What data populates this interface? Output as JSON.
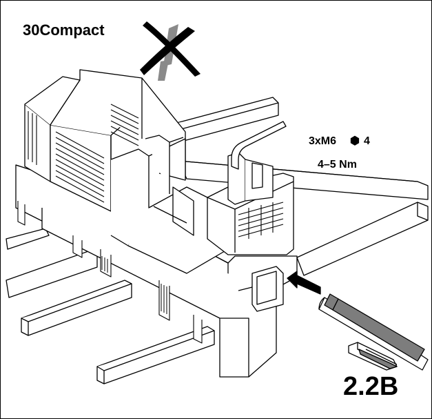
{
  "title": "30Compact",
  "spec": {
    "screws": "3xM6",
    "hex_glyph": "⬢",
    "hex_size": "4",
    "torque": "4–5 Nm"
  },
  "figure_id": "2.2B",
  "icons": [
    "no-drill-icon",
    "hex-key-icon",
    "screwdriver-icon",
    "insert-arrow-icon",
    "terminal-block-illustration"
  ]
}
